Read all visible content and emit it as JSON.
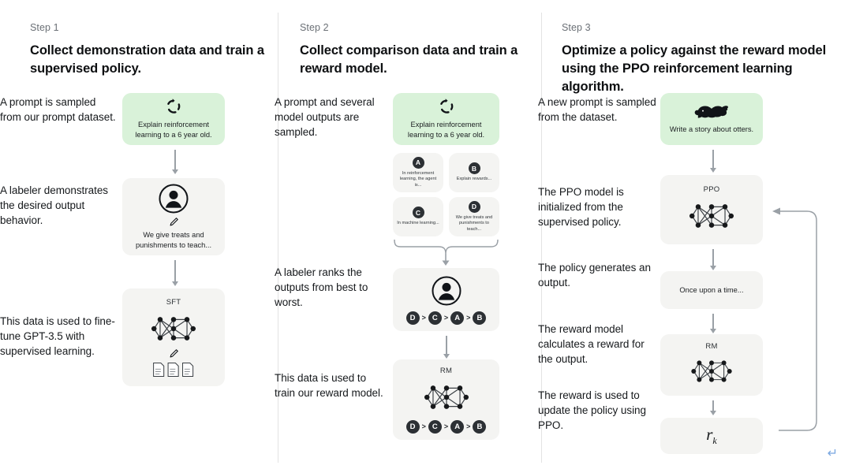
{
  "columns": [
    {
      "step_label": "Step 1",
      "title": "Collect demonstration data and train a supervised policy.",
      "notes": [
        "A prompt is sampled from our prompt dataset.",
        "A labeler demonstrates the desired output behavior.",
        "This data is used to fine-tune GPT-3.5 with supervised learning."
      ],
      "flow": {
        "prompt_card": {
          "icon": "reload-circle-icon",
          "text": "Explain reinforcement learning to a 6 year old."
        },
        "labeler_card": {
          "icon": "person-circle-icon",
          "pencil_icon": "pencil-icon",
          "text": "We give treats and punishments to teach..."
        },
        "model_card": {
          "title": "SFT",
          "icon": "neural-network-icon",
          "pencil_icon": "pencil-icon",
          "docs_icon": "three-documents-icon"
        }
      }
    },
    {
      "step_label": "Step 2",
      "title": "Collect comparison data and train a reward model.",
      "notes": [
        "A prompt and several model outputs are sampled.",
        "A labeler ranks the outputs from best to worst.",
        "This data is used to train our reward model."
      ],
      "flow": {
        "prompt_card": {
          "icon": "reload-circle-icon",
          "text": "Explain reinforcement learning to a 6 year old."
        },
        "outputs": [
          {
            "badge": "A",
            "text": "In reinforcement learning, the agent is..."
          },
          {
            "badge": "B",
            "text": "Explain rewards..."
          },
          {
            "badge": "C",
            "text": "In machine learning..."
          },
          {
            "badge": "D",
            "text": "We give treats and punishments to teach..."
          }
        ],
        "ranking_card": {
          "icon": "person-circle-icon",
          "ranking": [
            "D",
            "C",
            "A",
            "B"
          ]
        },
        "reward_model_card": {
          "title": "RM",
          "icon": "neural-network-icon",
          "ranking": [
            "D",
            "C",
            "A",
            "B"
          ]
        }
      }
    },
    {
      "step_label": "Step 3",
      "title": "Optimize a policy against the reward model using the PPO reinforcement learning algorithm.",
      "notes": [
        "A new prompt is sampled from the dataset.",
        "The PPO model is initialized from the supervised policy.",
        "The policy generates an output.",
        "The reward model calculates a reward for the output.",
        "The reward is used to update the policy using PPO."
      ],
      "flow": {
        "prompt_card": {
          "icon": "otter-icon",
          "text": "Write a story about otters."
        },
        "ppo_card": {
          "title": "PPO",
          "icon": "neural-network-icon"
        },
        "output_card": {
          "text": "Once upon a time..."
        },
        "reward_model_card": {
          "title": "RM",
          "icon": "neural-network-icon"
        },
        "reward_card": {
          "symbol": "r",
          "subscript": "k"
        }
      }
    }
  ],
  "misc": {
    "enter_key_icon": "enter-return-icon"
  },
  "colors": {
    "green_card": "#d9f2d9",
    "grey_card": "#f4f4f2",
    "arrow": "#9aa0a6",
    "badge": "#2c3034",
    "divider": "#e3e3e3",
    "enter_key": "#7aa7e0"
  }
}
